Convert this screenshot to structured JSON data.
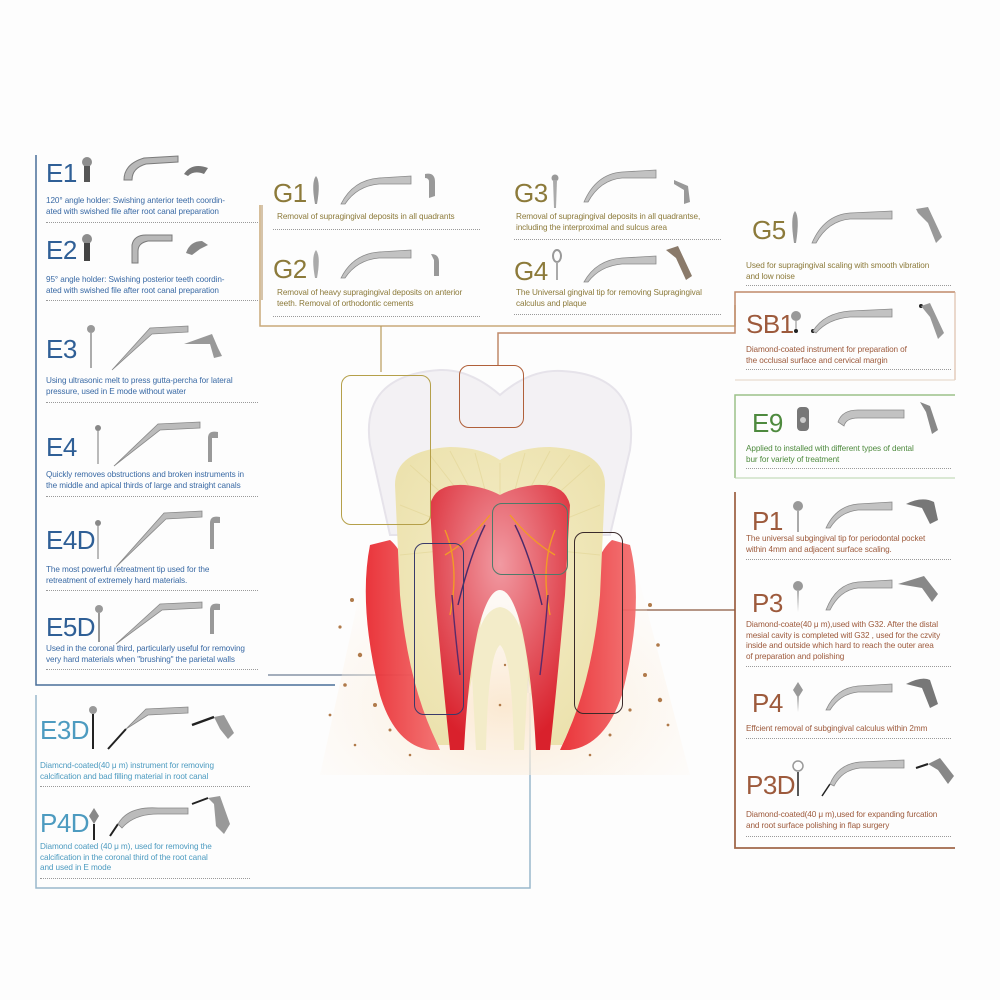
{
  "diagram": {
    "title": "",
    "colors": {
      "endo_blue": "#2f5f96",
      "endo_teal": "#4d9bc0",
      "gingival_olive": "#8c7a3a",
      "perio_rust": "#9d5a3c",
      "bur_green": "#4e8a3e"
    }
  },
  "groups": {
    "endo_left": {
      "entries": [
        {
          "code": "E1",
          "description": "120° angle holder: Swishing anterior teeth coordin-\nated with swished file after root canal preparation"
        },
        {
          "code": "E2",
          "description": "95° angle holder: Swishing posterior teeth coordin-\nated with swished file after root canal preparation"
        },
        {
          "code": "E3",
          "description": "Using ultrasonic melt to press gutta-percha for lateral\npressure, used in E mode without water"
        },
        {
          "code": "E4",
          "description": "Quickly removes obstructions and broken instruments in\nthe middle and apical thirds of large and straight canals"
        },
        {
          "code": "E4D",
          "description": "The most powerful retreatment tip used for the\nretreatment of extremely hard materials."
        },
        {
          "code": "E5D",
          "description": "Used in the coronal third, particularly useful for removing\nvery hard materials when \"brushing\" the parietal walls"
        }
      ]
    },
    "endo_diamond": {
      "entries": [
        {
          "code": "E3D",
          "description": "Diamcnd-coated(40 μ m) instrument for removing\ncalcification and bad filling material in root canal"
        },
        {
          "code": "P4D",
          "description": "Diamond coated (40 μ m), used for removing the\ncalcification in the coronal third of the root canal\nand used in E mode"
        }
      ]
    },
    "gingival": {
      "entries": [
        {
          "code": "G1",
          "description": "Removal of supragingival deposits in all quadrants"
        },
        {
          "code": "G2",
          "description": "Removal of heavy supragingival deposits on anterior\nteeth. Removal of orthodontic cements"
        },
        {
          "code": "G3",
          "description": "Removal of supragingival deposits in all quadrantse,\nincluding the interproximal and sulcus area"
        },
        {
          "code": "G4",
          "description": "The Universal gingival tip for removing Supragingival\ncalculus and plaque"
        },
        {
          "code": "G5",
          "description": "Used for supragingival scaling with smooth vibration\nand low noise"
        }
      ]
    },
    "restorative": {
      "entries": [
        {
          "code": "SB1",
          "description": "Diamond-coated instrument for preparation of\nthe occlusal surface and cervical margin"
        }
      ]
    },
    "bur": {
      "entries": [
        {
          "code": "E9",
          "description": "Applied to installed with different types of dental\nbur for variety of treatment"
        }
      ]
    },
    "perio": {
      "entries": [
        {
          "code": "P1",
          "description": "The universal subgingival tip for periodontal pocket\nwithin 4mm and adjacent surface scaling."
        },
        {
          "code": "P3",
          "description": "Diamond-coate(40 μ m),used with G32. After the distal\nmesial cavity is completed witl G32 , used for the czvity\ninside and outside which hard to reach the outer area\nof preparation and polishing"
        },
        {
          "code": "P4",
          "description": "Effcient removal of subgingival calculus within 2mm"
        },
        {
          "code": "P3D",
          "description": "Diamond-coated(40 μ m),used for expanding furcation\nand root surface polishing in flap surgery"
        }
      ]
    }
  },
  "icons": {
    "tip_front": "scaler-tip-front-view",
    "tip_side": "scaler-tip-side-view",
    "tip_wrench": "tip-in-wrench-view"
  }
}
